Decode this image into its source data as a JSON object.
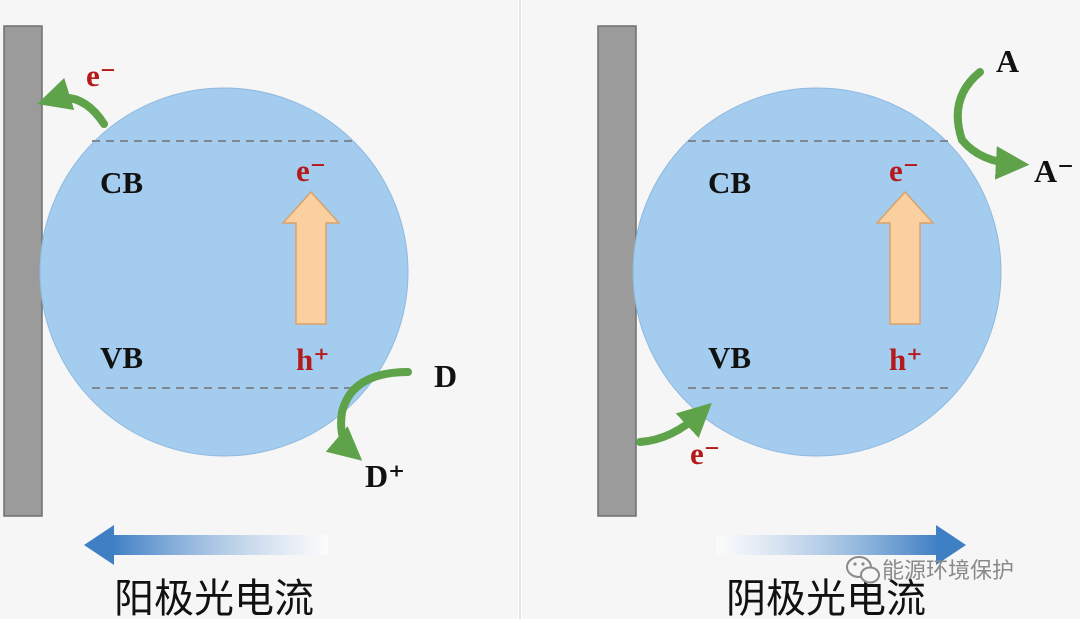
{
  "colors": {
    "panel_bg": "#f6f6f6",
    "electrode": "#9b9b9b",
    "electrode_edge": "#6f6f6f",
    "particle": "#a3ccee",
    "particle_edge": "#8fb9e0",
    "band_line": "#7f8790",
    "charge_red": "#b51a1a",
    "transfer_green": "#5ea24a",
    "excitation_arrow": "#fbd0a0",
    "excitation_arrow_edge": "#d9a26a",
    "current_arrow": "#4a86c6",
    "text": "#111111",
    "divider": "#e6e6e6",
    "watermark": "#8a8a8a"
  },
  "left_panel": {
    "cb_label": "CB",
    "vb_label": "VB",
    "electron_label": "e⁻",
    "hole_label": "h⁺",
    "transferred_electron": "e⁻",
    "donor": "D",
    "donor_oxidized": "D⁺",
    "caption": "阳极光电流",
    "current_direction": "left"
  },
  "right_panel": {
    "cb_label": "CB",
    "vb_label": "VB",
    "electron_label": "e⁻",
    "hole_label": "h⁺",
    "transferred_electron": "e⁻",
    "acceptor": "A",
    "acceptor_reduced": "A⁻",
    "caption": "阴极光电流",
    "current_direction": "right"
  },
  "watermark": {
    "icon": "wechat-icon",
    "text": "能源环境保护"
  }
}
